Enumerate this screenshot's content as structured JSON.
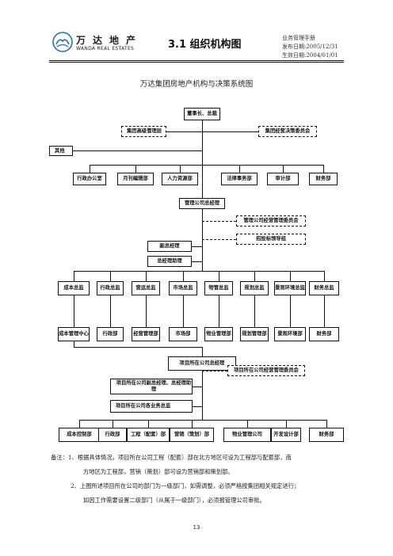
{
  "header": {
    "logo_cn": "万达地产",
    "logo_en": "WANDA REAL ESTATES",
    "title": "3.1  组织机构图",
    "meta_line1": "业务管理手册",
    "meta_line2": "发布日期:2005/12/31",
    "meta_line3": "生效日期:2004/01/01"
  },
  "chart": {
    "title": "万达集团房地产机构与决策系统图",
    "chairman": "董事长、总裁",
    "group_mgmt": "集团高级管理层",
    "group_committee": "集团经营决策委员会",
    "other": "其他",
    "hq_depts": [
      "行政办公室",
      "月刊编辑部",
      "人力资源部",
      "法律事务部",
      "审计部",
      "财务部"
    ],
    "gm": "管理公司总经理",
    "mgmt_committee": "管理公司经营管理委员会",
    "bid_group": "招投标领导组",
    "deputy_gm": "副总经理",
    "gm_assistant": "总经理助理",
    "directors": [
      "成本总监",
      "行政总监",
      "营运总监",
      "市场总监",
      "物管总监",
      "规划总监",
      "景观环境总监",
      "财务总监"
    ],
    "mgmt_depts": [
      "成本管理中心",
      "行政部",
      "经营管理部",
      "市场部",
      "物业管理部",
      "规划管理部",
      "景观环境部",
      "财务部"
    ],
    "project_gm": "项目所在公司总经理",
    "project_committee": "项目所在公司经营管理委员会",
    "project_deputy": "项目所在公司副总经理、总经理助理",
    "project_directors": "项目所在公司各业务总监",
    "project_depts": [
      "成本控制部",
      "行政部",
      "工程（配套）部",
      "营销（策划）部",
      "物业管理公司",
      "开发设计部",
      "财务部"
    ]
  },
  "notes": {
    "line1": "备注：1、根据具体情况，项目所在公司工程（配套）部在北方地区可设为工程部与配套部，南",
    "line2": "方地区为工程部，营销（策划）部可设为营销部和策划部。",
    "line3": "2、上图所述项目所在公司的部门为一级部门，如需调整，必须严格按集团相关规定进行；",
    "line4": "如因工作需要设置二级部门（从属于一级部门），必须报管理公司审批。"
  },
  "page_number": "13",
  "colors": {
    "logo_blue": "#2a6fb5",
    "line": "#111111"
  }
}
